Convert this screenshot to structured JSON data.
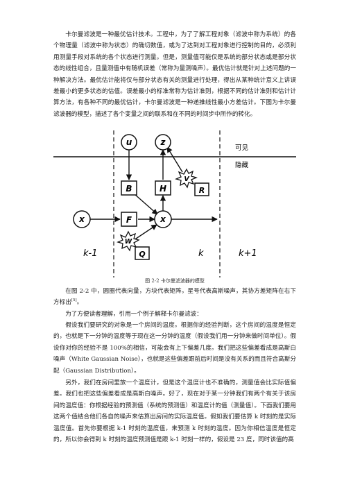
{
  "paragraphs": {
    "p1": "卡尔曼滤波是一种最优估计技术。工程中，为了了解工程对象（滤波中称为系统）的各个物理量（滤波中称为状态）的确切数值，或为了达到对工程对象进行控制的目的，必须利用测量手段对系统的各个状态进行测量。但是，测量值可能仅是系统的部分状态或是部分状态的线性组合，且量测值中有随机误差（常称为量测噪声）。最优估计就是针对上述问题的一种解决方法。最优估计能将仅与部分状态有关的测量进行处理，得出从某种统计意义上讲误差最小的更多状态的估值。误差最小的标准常称为估计准则，根据不同的估计准则和估计计算方法，有各种不同的最优估计，卡尔曼滤波是一种递推线性最小方差估计。下图为卡尔曼滤波器的模型，描述了各个变量之间的联系和在不同的时间步中所作的转化。",
    "p2": "在图 2-2 中，圆圈代表向量，方块代表矩阵，星号代表高斯噪声，其协方差矩阵在右下方标出",
    "p2_cite": "[5]",
    "p2_end": "。",
    "p3": "为了方便读者理解，引用一个例子解释卡尔曼滤波：",
    "p4": "假设我们要研究的对象是一个房间的温度。根据你的经验判断，这个房间的温度是恒定的，也就是下一分钟的温度等于现在这一分钟的温度（假设我们用一分钟来做时间单位）。假设你对你的经验不是 100%的相信，可能会有上下偏差几度。我们把这些偏差看成是高斯白噪声（White Gaussian Noise），也就是这些偏差跟前后时间是没有关系的而且符合高斯分配（Gaussian Distribution）。",
    "p5": "另外，我们在房间里放一个温度计，但是这个温度计也不准确的，测量值会比实际值偏差。我们也把这些偏差看成是高斯白噪声。好了，现在对于某一分钟我们有两个有关于该房间的温度值：你根据经验的预测值（系统的预测值）和温度计的值（测量值）。下面我们要用这两个值结合他们各自的噪声来估算出房间的实际温度值。假如我们要估算 k 时刻的是实际温度值。首先你要根据 k-1 时刻的温度值，来预测 k 时刻的温度。因为你相信温度是恒定的，所以你会得到 k 时刻的温度预测值是跟 k-1 时刻一样的，假设是 23 度，同时该值的高"
  },
  "figure": {
    "nodes": {
      "u": "u",
      "z": "z",
      "x_prev": "x",
      "x_curr": "x"
    },
    "matrices": {
      "B": "B",
      "H": "H",
      "F": "F",
      "R": "R",
      "Q": "Q"
    },
    "noises": {
      "v": "V",
      "w": "W"
    },
    "region_labels": {
      "visible": "可见",
      "hidden": "隐藏"
    },
    "time_labels": {
      "prev": "k-1",
      "curr": "k",
      "next": "k+1"
    },
    "caption": "图 2-2   卡尔曼滤波器的模型"
  }
}
